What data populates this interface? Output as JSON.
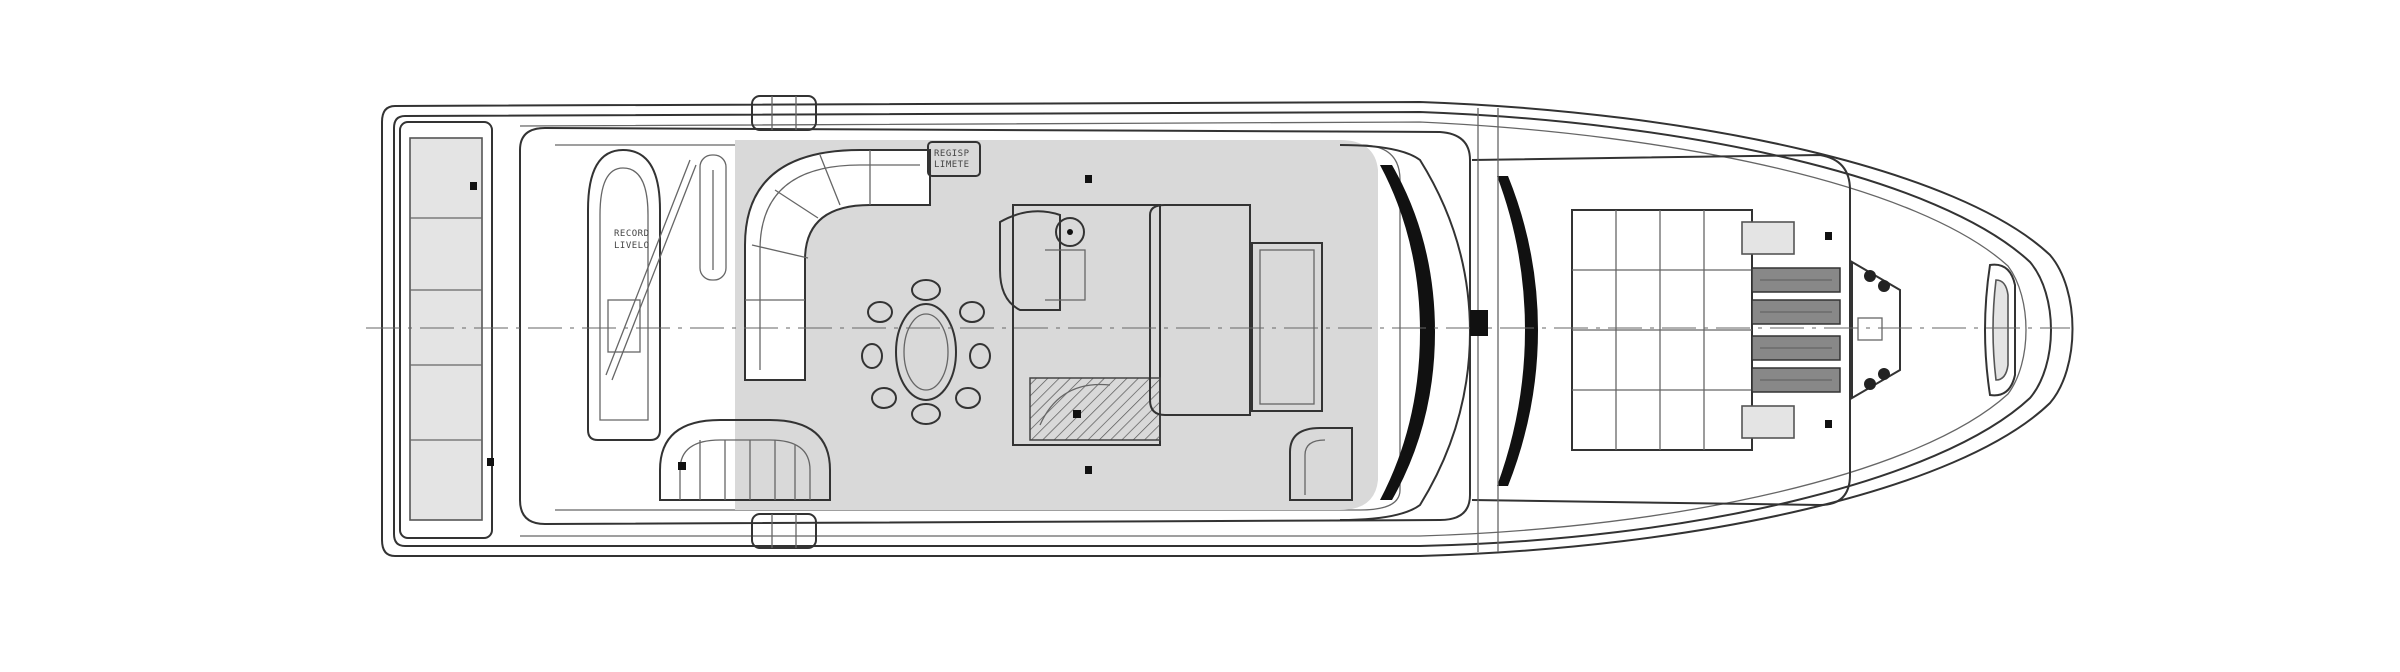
{
  "drawing": {
    "subject": "yacht-flybridge-deck-plan",
    "colors": {
      "line": "#333333",
      "deck_fill": "#d9d9d9",
      "teak_fill": "#e4e4e4",
      "windscreen": "#111111"
    },
    "stamps": {
      "tender_label_1": "RECORD",
      "tender_label_2": "LIVELO",
      "box_label_1": "REGISP",
      "box_label_2": "LIMETE"
    }
  }
}
